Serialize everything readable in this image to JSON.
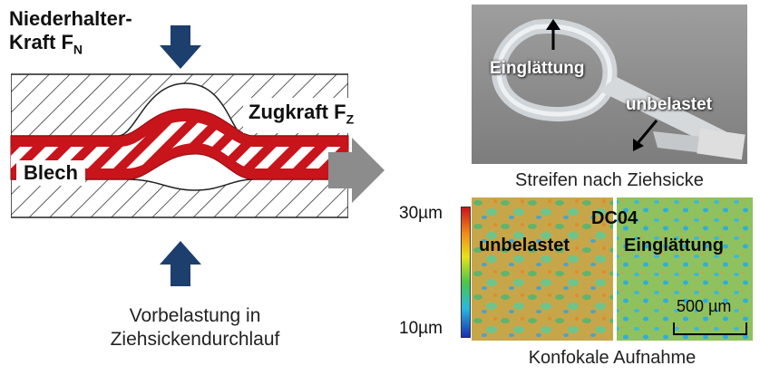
{
  "diagram": {
    "force_normal_line1": "Niederhalter-",
    "force_normal_line2": "Kraft F",
    "force_normal_sub": "N",
    "tensile_force": "Zugkraft F",
    "tensile_sub": "Z",
    "sheet_label": "Blech",
    "caption_line1": "Vorbelastung in",
    "caption_line2": "Ziehsickendurchlauf"
  },
  "photo": {
    "label_smoothing": "Einglättung",
    "label_unloaded": "unbelastet",
    "caption": "Streifen nach Ziehsicke"
  },
  "confocal": {
    "scale_top": "30µm",
    "scale_bottom": "10µm",
    "material": "DC04",
    "label_unloaded": "unbelastet",
    "label_smoothing": "Einglättung",
    "scale_bar": "500 µm",
    "caption": "Konfokale Aufnahme"
  },
  "colors": {
    "sheet_red": "#c8141b",
    "arrow_navy": "#1c3f6e",
    "arrow_grey": "#8c8c8c"
  }
}
